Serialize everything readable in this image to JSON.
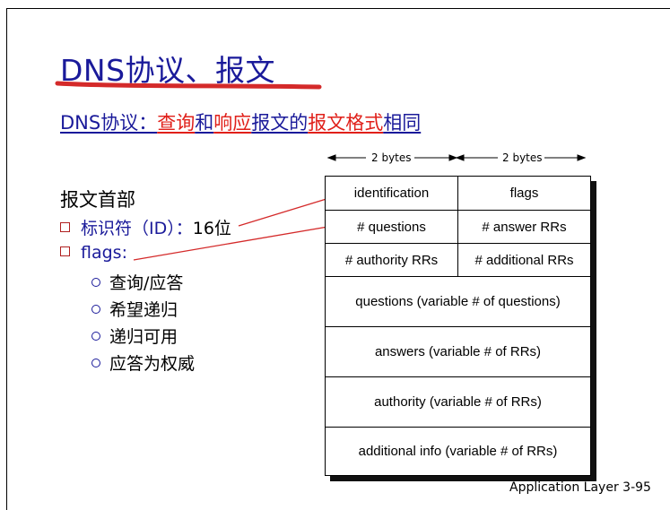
{
  "title": "DNS协议、报文",
  "subtitle": {
    "p1": "DNS协议：",
    "p2": "查询",
    "p3": "和",
    "p4": "响应",
    "p5": "报文的",
    "p6": "报文格式",
    "p7": "相同"
  },
  "heading": "报文首部",
  "bullets": [
    {
      "label": "标识符（ID）：",
      "value": "16位"
    },
    {
      "label": "flags:"
    }
  ],
  "flag_items": [
    "查询/应答",
    "希望递归",
    "递归可用",
    "应答为权威"
  ],
  "bytes_labels": [
    "2 bytes",
    "2 bytes"
  ],
  "message_format": {
    "row1": [
      "identification",
      "flags"
    ],
    "row2": [
      "# questions",
      "# answer RRs"
    ],
    "row3": [
      "# authority RRs",
      "# additional RRs"
    ],
    "sections": [
      "questions (variable # of questions)",
      "answers (variable # of RRs)",
      "authority (variable # of RRs)",
      "additional info (variable # of RRs)"
    ]
  },
  "footer": "Application Layer   3-95",
  "colors": {
    "title": "#1a1a9a",
    "highlight": "#e0201a",
    "underline_stroke": "#d42a2a"
  }
}
